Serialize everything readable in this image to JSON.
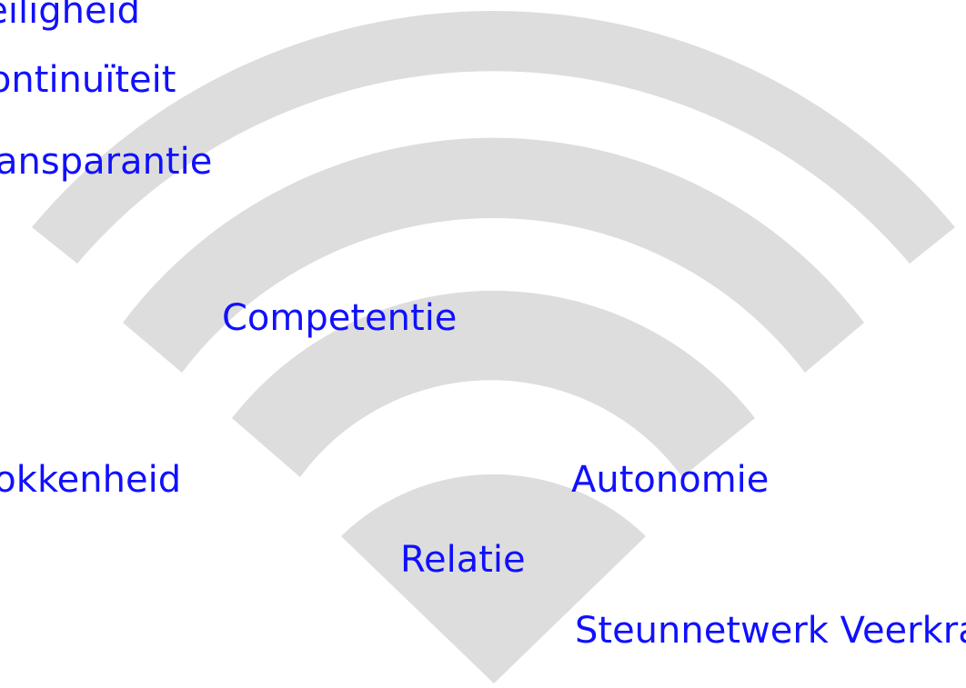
{
  "colors": {
    "wave": "#dddddd",
    "text": "#1010ff",
    "background": "#ffffff"
  },
  "icon": "wifi-signal-icon",
  "labels": [
    "Veiligheid",
    "Continuïteit",
    "Transparantie",
    "Competentie",
    "Betrokkenheid",
    "Autonomie",
    "Relatie",
    "Steunnetwerk Veerkracht"
  ]
}
